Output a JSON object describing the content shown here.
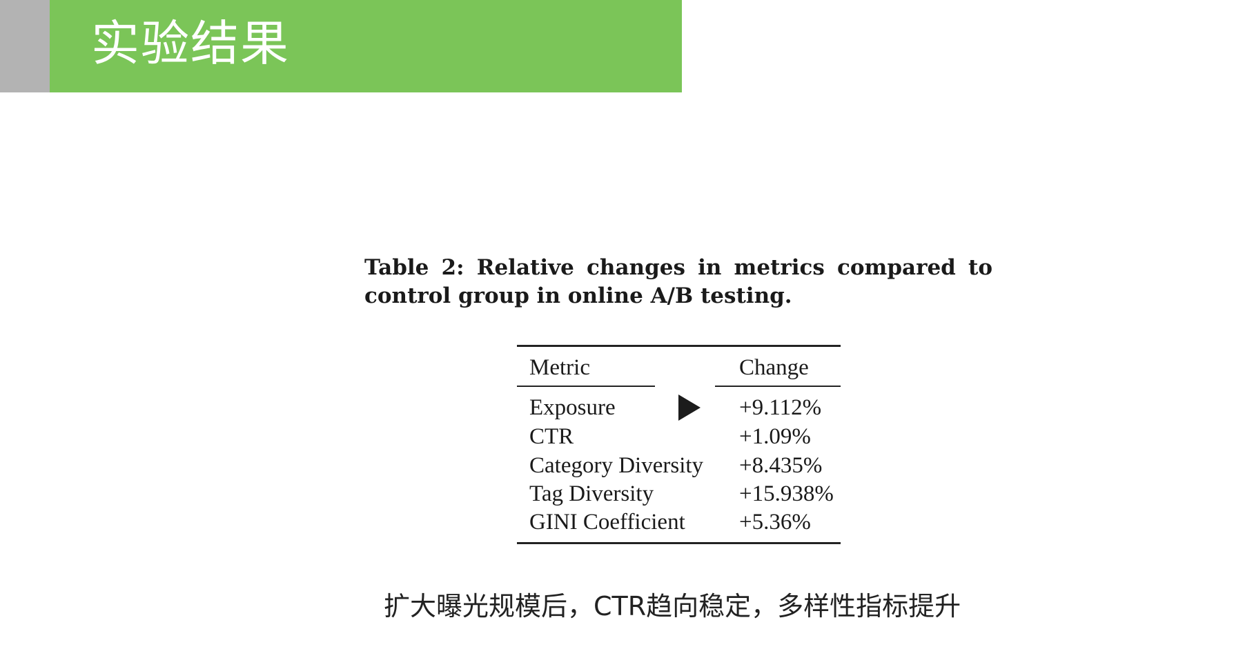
{
  "header": {
    "title": "实验结果"
  },
  "caption": "Table 2: Relative changes in metrics compared to control group in online A/B testing.",
  "table": {
    "headers": [
      "Metric",
      "Change"
    ],
    "rows": [
      [
        "Exposure",
        "+9.112%"
      ],
      [
        "CTR",
        "+1.09%"
      ],
      [
        "Category Diversity",
        "+8.435%"
      ],
      [
        "Tag Diversity",
        "+15.938%"
      ],
      [
        "GINI Coefficient",
        "+5.36%"
      ]
    ]
  },
  "subtitle": "扩大曝光规模后，CTR趋向稳定，多样性指标提升",
  "icons": {
    "play": "play-icon"
  },
  "colors": {
    "title_bar": "#7bc558",
    "title_bar_side": "#b3b3b3"
  }
}
